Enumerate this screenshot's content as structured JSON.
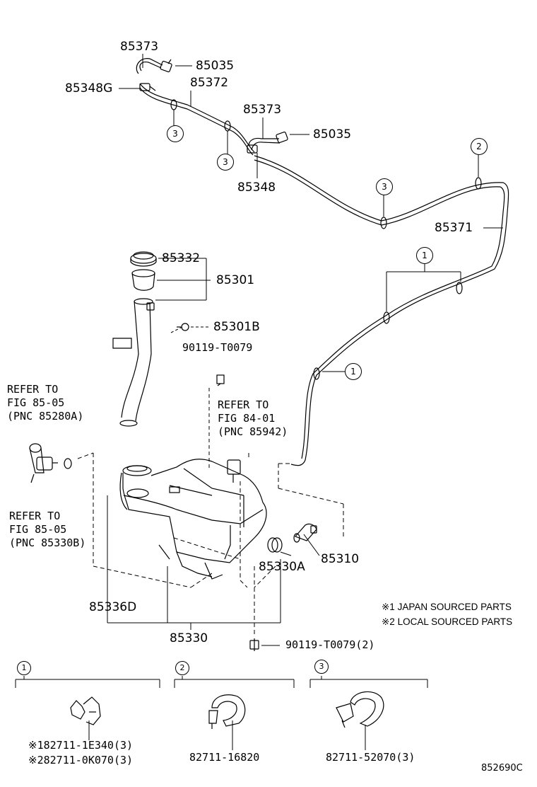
{
  "diagram_code": "852690C",
  "part_labels": {
    "p85373_top": "85373",
    "p85035_top": "85035",
    "p85348G": "85348G",
    "p85372": "85372",
    "p85373_mid": "85373",
    "p85035_mid": "85035",
    "p85348": "85348",
    "p85371": "85371",
    "p85332": "85332",
    "p85301": "85301",
    "p85301B": "85301B",
    "p90119_upper": "90119-T0079",
    "p85330A": "85330A",
    "p85310": "85310",
    "p85336D": "85336D",
    "p85330": "85330",
    "p90119_lower": "90119-T0079(2)"
  },
  "refer_notes": {
    "note1": [
      "REFER TO",
      "FIG 85-05",
      "(PNC 85280A)"
    ],
    "note2": [
      "REFER TO",
      "FIG 84-01",
      "(PNC 85942)"
    ],
    "note3": [
      "REFER TO",
      "FIG 85-05",
      "(PNC 85330B)"
    ]
  },
  "legend": {
    "japan": "※1 JAPAN SOURCED PARTS",
    "local": "※2 LOCAL SOURCED PARTS"
  },
  "clamp_refs": {
    "c1": "1",
    "c2": "2",
    "c3": "3"
  },
  "clamp_parts": {
    "c1_japan": "※182711-1E340(3)",
    "c1_local": "※282711-0K070(3)",
    "c2": "82711-16820",
    "c3": "82711-52070(3)"
  }
}
